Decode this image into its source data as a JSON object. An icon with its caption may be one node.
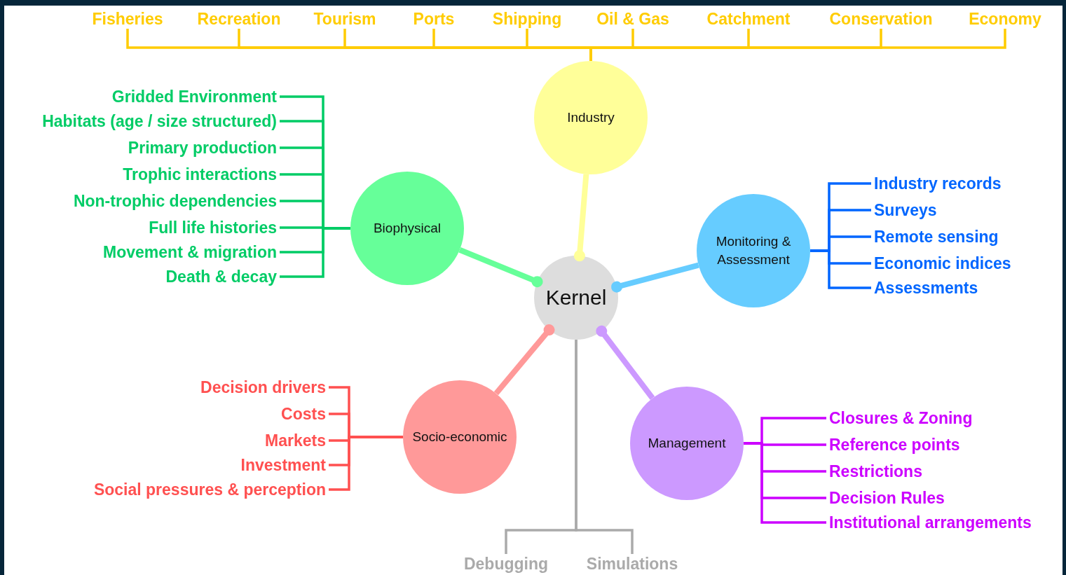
{
  "diagram": {
    "nodes": [
      {
        "text": [
          "Kernel"
        ]
      },
      {
        "text": [
          "Industry"
        ]
      },
      {
        "text": [
          "Biophysical"
        ]
      },
      {
        "text": [
          "Monitoring & Assessment"
        ]
      },
      {
        "text": [
          "Socio-economic"
        ]
      },
      {
        "text": [
          "Management"
        ]
      },
      {
        "text": [
          "Fisheries"
        ]
      },
      {
        "text": [
          "Recreation"
        ]
      },
      {
        "text": [
          "Tourism"
        ]
      },
      {
        "text": [
          "Ports"
        ]
      },
      {
        "text": [
          "Shipping"
        ]
      },
      {
        "text": [
          "Oil & Gas"
        ]
      },
      {
        "text": [
          "Catchment"
        ]
      },
      {
        "text": [
          "Conservation"
        ]
      },
      {
        "text": [
          "Economy"
        ]
      },
      {
        "text": [
          "Gridded Environment"
        ]
      },
      {
        "text": [
          "Habitats (age / size structured)"
        ]
      },
      {
        "text": [
          "Primary production"
        ]
      },
      {
        "text": [
          "Trophic interactions"
        ]
      },
      {
        "text": [
          "Non-trophic dependencies"
        ]
      },
      {
        "text": [
          "Full life histories"
        ]
      },
      {
        "text": [
          "Movement & migration"
        ]
      },
      {
        "text": [
          "Death & decay"
        ]
      },
      {
        "text": [
          "Industry records"
        ]
      },
      {
        "text": [
          "Surveys"
        ]
      },
      {
        "text": [
          "Remote sensing"
        ]
      },
      {
        "text": [
          "Economic indices"
        ]
      },
      {
        "text": [
          "Assessments"
        ]
      },
      {
        "text": [
          "Decision drivers"
        ]
      },
      {
        "text": [
          "Costs"
        ]
      },
      {
        "text": [
          "Markets"
        ]
      },
      {
        "text": [
          "Investment"
        ]
      },
      {
        "text": [
          "Social pressures & perception"
        ]
      },
      {
        "text": [
          "Closures & Zoning"
        ]
      },
      {
        "text": [
          "Reference points"
        ]
      },
      {
        "text": [
          "Restrictions"
        ]
      },
      {
        "text": [
          "Decision Rules"
        ]
      },
      {
        "text": [
          "Institutional arrangements"
        ]
      },
      {
        "text": [
          "Debugging"
        ]
      },
      {
        "text": [
          "Simulations"
        ]
      }
    ],
    "edges": [
      {
        "from": 1,
        "to": 0,
        "arrow": "other",
        "style": "thick",
        "color": "#ffff99"
      },
      {
        "from": 2,
        "to": 0,
        "arrow": "other",
        "style": "thick",
        "color": "#66ff99"
      },
      {
        "from": 3,
        "to": 0,
        "arrow": "other",
        "style": "thick",
        "color": "#66ccff"
      },
      {
        "from": 4,
        "to": 0,
        "arrow": "other",
        "style": "thick",
        "color": "#ff9999"
      },
      {
        "from": 5,
        "to": 0,
        "arrow": "other",
        "style": "thick",
        "color": "#cc99ff"
      },
      {
        "from": 1,
        "to": 6,
        "arrow": "none",
        "color": "#ffcc00"
      },
      {
        "from": 1,
        "to": 7,
        "arrow": "none",
        "color": "#ffcc00"
      },
      {
        "from": 1,
        "to": 8,
        "arrow": "none",
        "color": "#ffcc00"
      },
      {
        "from": 1,
        "to": 9,
        "arrow": "none",
        "color": "#ffcc00"
      },
      {
        "from": 1,
        "to": 10,
        "arrow": "none",
        "color": "#ffcc00"
      },
      {
        "from": 1,
        "to": 11,
        "arrow": "none",
        "color": "#ffcc00"
      },
      {
        "from": 1,
        "to": 12,
        "arrow": "none",
        "color": "#ffcc00"
      },
      {
        "from": 1,
        "to": 13,
        "arrow": "none",
        "color": "#ffcc00"
      },
      {
        "from": 1,
        "to": 14,
        "arrow": "none",
        "color": "#ffcc00"
      },
      {
        "from": 2,
        "to": 15,
        "arrow": "none",
        "color": "#00cc66"
      },
      {
        "from": 2,
        "to": 16,
        "arrow": "none",
        "color": "#00cc66"
      },
      {
        "from": 2,
        "to": 17,
        "arrow": "none",
        "color": "#00cc66"
      },
      {
        "from": 2,
        "to": 18,
        "arrow": "none",
        "color": "#00cc66"
      },
      {
        "from": 2,
        "to": 19,
        "arrow": "none",
        "color": "#00cc66"
      },
      {
        "from": 2,
        "to": 20,
        "arrow": "none",
        "color": "#00cc66"
      },
      {
        "from": 2,
        "to": 21,
        "arrow": "none",
        "color": "#00cc66"
      },
      {
        "from": 2,
        "to": 22,
        "arrow": "none",
        "color": "#00cc66"
      },
      {
        "from": 3,
        "to": 23,
        "arrow": "none",
        "color": "#0066ff"
      },
      {
        "from": 3,
        "to": 24,
        "arrow": "none",
        "color": "#0066ff"
      },
      {
        "from": 3,
        "to": 25,
        "arrow": "none",
        "color": "#0066ff"
      },
      {
        "from": 3,
        "to": 26,
        "arrow": "none",
        "color": "#0066ff"
      },
      {
        "from": 3,
        "to": 27,
        "arrow": "none",
        "color": "#0066ff"
      },
      {
        "from": 4,
        "to": 28,
        "arrow": "none",
        "color": "#ff5050"
      },
      {
        "from": 4,
        "to": 29,
        "arrow": "none",
        "color": "#ff5050"
      },
      {
        "from": 4,
        "to": 30,
        "arrow": "none",
        "color": "#ff5050"
      },
      {
        "from": 4,
        "to": 31,
        "arrow": "none",
        "color": "#ff5050"
      },
      {
        "from": 4,
        "to": 32,
        "arrow": "none",
        "color": "#ff5050"
      },
      {
        "from": 5,
        "to": 33,
        "arrow": "none",
        "color": "#cc00ff"
      },
      {
        "from": 5,
        "to": 34,
        "arrow": "none",
        "color": "#cc00ff"
      },
      {
        "from": 5,
        "to": 35,
        "arrow": "none",
        "color": "#cc00ff"
      },
      {
        "from": 5,
        "to": 36,
        "arrow": "none",
        "color": "#cc00ff"
      },
      {
        "from": 5,
        "to": 37,
        "arrow": "none",
        "color": "#cc00ff"
      },
      {
        "from": 0,
        "to": 38,
        "arrow": "none",
        "color": "#aaaaaa"
      },
      {
        "from": 0,
        "to": 39,
        "arrow": "none",
        "color": "#aaaaaa"
      }
    ]
  }
}
